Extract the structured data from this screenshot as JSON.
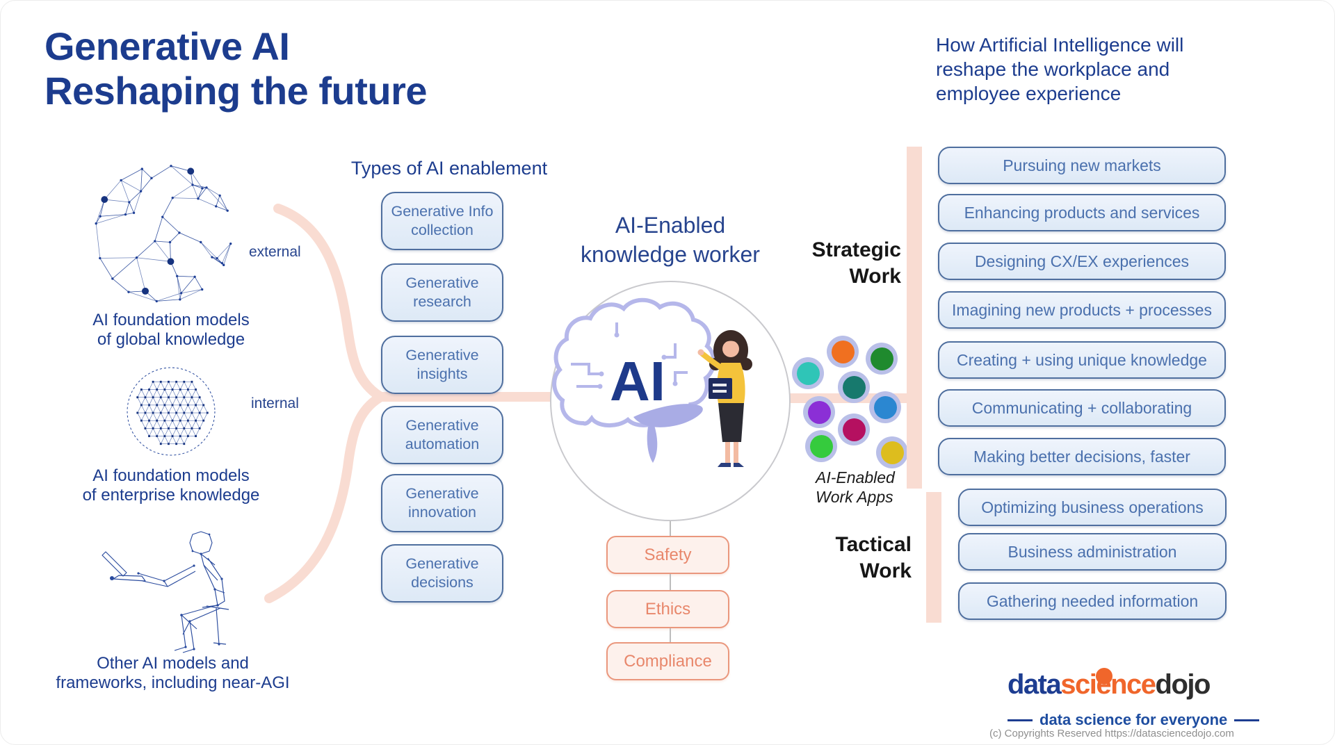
{
  "title": {
    "line1": "Generative AI",
    "line2": "Reshaping the future"
  },
  "right_header": {
    "text": "How Artificial Intelligence will reshape the workplace and employee experience"
  },
  "left_models": {
    "items": [
      {
        "tag": "external",
        "caption_line1": "AI foundation models",
        "caption_line2": "of global knowledge"
      },
      {
        "tag": "internal",
        "caption_line1": "AI foundation models",
        "caption_line2": "of enterprise knowledge"
      },
      {
        "caption_line1": "Other AI models and",
        "caption_line2": "frameworks, including near-AGI"
      }
    ]
  },
  "enablement": {
    "header": "Types of AI enablement",
    "boxes": [
      {
        "line1": "Generative Info",
        "line2": "collection"
      },
      {
        "line1": "Generative",
        "line2": "research"
      },
      {
        "line1": "Generative",
        "line2": "insights"
      },
      {
        "line1": "Generative",
        "line2": "automation"
      },
      {
        "line1": "Generative",
        "line2": "innovation"
      },
      {
        "line1": "Generative",
        "line2": "decisions"
      }
    ]
  },
  "center": {
    "heading_line1": "AI-Enabled",
    "heading_line2": "knowledge worker",
    "ai_label": "AI",
    "governance": [
      "Safety",
      "Ethics",
      "Compliance"
    ]
  },
  "work_apps": {
    "label_line1": "AI-Enabled",
    "label_line2": "Work Apps",
    "dot_colors": [
      "#2fc5b7",
      "#f07020",
      "#1f8a2e",
      "#17796d",
      "#8b2fd6",
      "#2b87d1",
      "#b51060",
      "#35cb3d",
      "#ddbd1e"
    ]
  },
  "work_sections": [
    {
      "label_line1": "Strategic",
      "label_line2": "Work",
      "items": [
        "Pursuing new markets",
        "Enhancing products and services",
        "Designing CX/EX experiences",
        "Imagining new products + processes",
        "Creating + using unique knowledge",
        "Communicating + collaborating",
        "Making better decisions, faster"
      ]
    },
    {
      "label_line1": "Tactical",
      "label_line2": "Work",
      "items": [
        "Optimizing business operations",
        "Business administration",
        "Gathering needed information"
      ]
    }
  ],
  "footer": {
    "logo_part1": "data",
    "logo_part2": "science",
    "logo_part3": "dojo",
    "tagline": "data science for everyone",
    "copyright": "(c) Copyrights Reserved  https://datasciencedojo.com"
  },
  "colors": {
    "primary_blue": "#1c3c8e",
    "box_border": "#4e6e9e",
    "box_text": "#4a70ad",
    "salmon_text": "#e8876b",
    "connector_pink": "#f9dcd2",
    "logo_orange": "#f0662b"
  }
}
